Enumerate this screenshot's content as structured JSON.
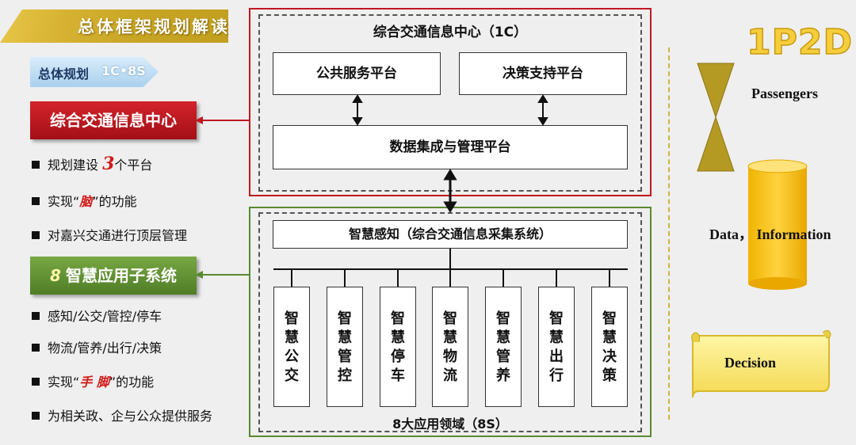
{
  "header": {
    "title": "总体框架规划解读"
  },
  "plan_tag": {
    "label": "总体规划",
    "code": "1C•8S"
  },
  "left": {
    "tag_1c": "综合交通信息中心",
    "bullets_1c": [
      {
        "pre": "规划建设 ",
        "emph": "3",
        "post": "个平台"
      },
      {
        "pre": "实现“",
        "emph": "脑",
        "post": "”的功能"
      },
      {
        "pre": "对嘉兴交通进行顶层管理",
        "emph": "",
        "post": ""
      }
    ],
    "tag_8s_num": "8",
    "tag_8s": "智慧应用子系统",
    "bullets_8s": [
      {
        "pre": "感知/公交/管控/停车",
        "emph": "",
        "post": ""
      },
      {
        "pre": "物流/管养/出行/决策",
        "emph": "",
        "post": ""
      },
      {
        "pre": "实现“",
        "emph": "手 脚",
        "post": "”的功能"
      },
      {
        "pre": "为相关政、企与公众提供服务",
        "emph": "",
        "post": ""
      }
    ]
  },
  "center": {
    "title_1c": "综合交通信息中心（1C）",
    "public_service": "公共服务平台",
    "decision_support": "决策支持平台",
    "data_platform": "数据集成与管理平台",
    "perception": "智慧感知（综合交通信息采集系统）",
    "subsystems": [
      {
        "chars": [
          "智",
          "慧",
          "公",
          "交"
        ]
      },
      {
        "chars": [
          "智",
          "慧",
          "管",
          "控"
        ]
      },
      {
        "chars": [
          "智",
          "慧",
          "停",
          "车"
        ]
      },
      {
        "chars": [
          "智",
          "慧",
          "物",
          "流"
        ]
      },
      {
        "chars": [
          "智",
          "慧",
          "管",
          "养"
        ]
      },
      {
        "chars": [
          "智",
          "慧",
          "出",
          "行"
        ]
      },
      {
        "chars": [
          "智",
          "慧",
          "决",
          "策"
        ]
      }
    ],
    "title_8s": "8大应用领域（8S）"
  },
  "right": {
    "brand": "1P2D",
    "passengers": "Passengers",
    "data_info": "Data，  Information",
    "decision": "Decision"
  },
  "colors": {
    "red": "#c0181f",
    "green": "#5a8a30",
    "gold": "#f2c12e"
  }
}
